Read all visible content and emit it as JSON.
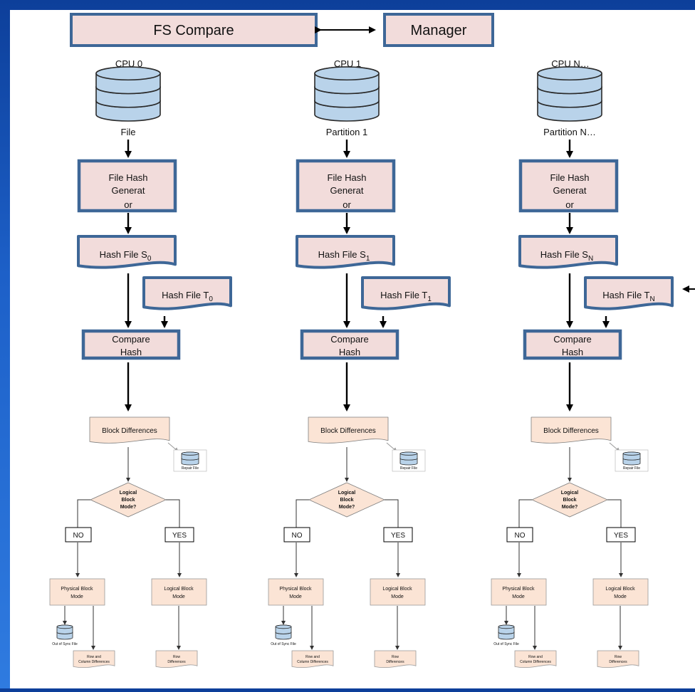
{
  "top": {
    "fs_compare": "FS Compare",
    "manager": "Manager"
  },
  "columns": [
    {
      "cpu": "CPU 0",
      "source": "File",
      "hash_gen": [
        "File Hash",
        "Generat",
        "or"
      ],
      "hash_s": "Hash File S",
      "hash_s_sub": "0",
      "hash_t": "Hash File T",
      "hash_t_sub": "0",
      "compare": [
        "Compare",
        "Hash"
      ],
      "block_diff": "Block Differences",
      "repair": "Repair File",
      "decision": [
        "Logical",
        "Block",
        "Mode?"
      ],
      "no": "NO",
      "yes": "YES",
      "physical": [
        "Physical Block",
        "Mode"
      ],
      "logical": [
        "Logical Block",
        "Mode"
      ],
      "out_of_sync": "Out of Sync File",
      "row_col": [
        "Row and",
        "Column Differences"
      ],
      "row_diff": [
        "Row",
        "Differences"
      ]
    },
    {
      "cpu": "CPU 1",
      "source": "Partition 1",
      "hash_gen": [
        "File Hash",
        "Generat",
        "or"
      ],
      "hash_s": "Hash File S",
      "hash_s_sub": "1",
      "hash_t": "Hash File T",
      "hash_t_sub": "1",
      "compare": [
        "Compare",
        "Hash"
      ],
      "block_diff": "Block Differences",
      "repair": "Repair File",
      "decision": [
        "Logical",
        "Block",
        "Mode?"
      ],
      "no": "NO",
      "yes": "YES",
      "physical": [
        "Physical Block",
        "Mode"
      ],
      "logical": [
        "Logical Block",
        "Mode"
      ],
      "out_of_sync": "Out of Sync File",
      "row_col": [
        "Row and",
        "Column Differences"
      ],
      "row_diff": [
        "Row",
        "Differences"
      ]
    },
    {
      "cpu": "CPU N…",
      "source": "Partition N…",
      "hash_gen": [
        "File Hash",
        "Generat",
        "or"
      ],
      "hash_s": "Hash File S",
      "hash_s_sub": "N",
      "hash_t": "Hash File T",
      "hash_t_sub": "N",
      "compare": [
        "Compare",
        "Hash"
      ],
      "block_diff": "Block Differences",
      "repair": "Repair File",
      "decision": [
        "Logical",
        "Block",
        "Mode?"
      ],
      "no": "NO",
      "yes": "YES",
      "physical": [
        "Physical Block",
        "Mode"
      ],
      "logical": [
        "Logical Block",
        "Mode"
      ],
      "out_of_sync": "Out of Sync File",
      "row_col": [
        "Row and",
        "Column Differences"
      ],
      "row_diff": [
        "Row",
        "Differences"
      ]
    }
  ],
  "colors": {
    "box_fill": "#f2dcdb",
    "box_border": "#3e6797",
    "peach_fill": "#fbe4d5",
    "db_fill": "#b9d3ea",
    "db_stroke": "#2a2a2a",
    "arrow": "#000000",
    "thin_line": "#555555"
  }
}
